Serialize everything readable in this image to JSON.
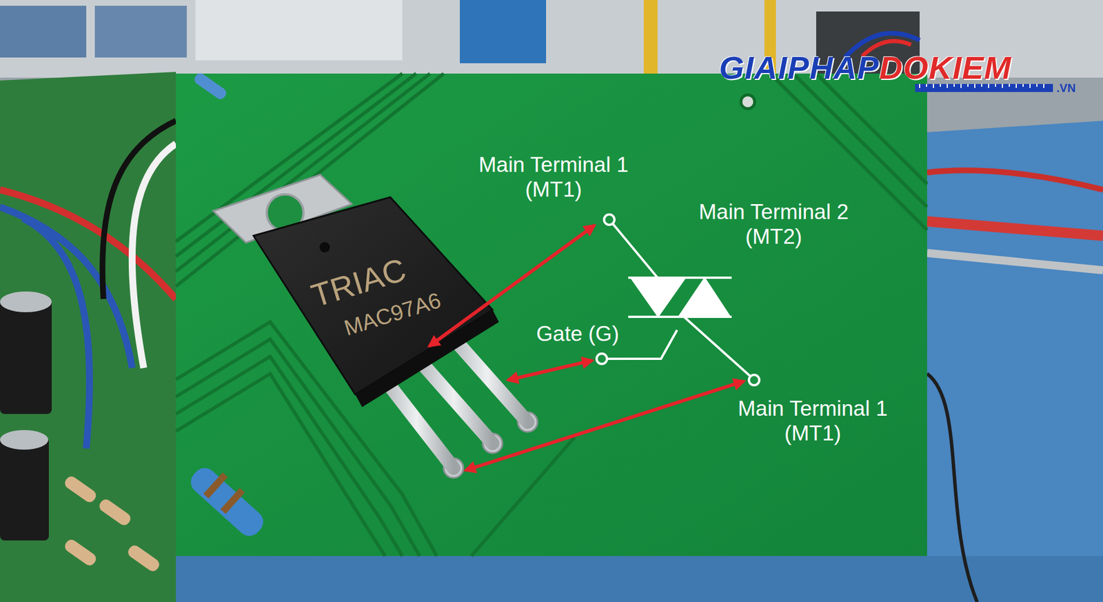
{
  "diagram": {
    "labels": [
      "GIAIPHAP",
      "DOKIEM",
      ".VN",
      "Main Terminal 1 (MT1)",
      "Main Terminal 2 (MT2)",
      "TRIAC",
      "MAC97A6",
      "Gate (G)",
      "Main Terminal 1 (MT1)"
    ]
  }
}
